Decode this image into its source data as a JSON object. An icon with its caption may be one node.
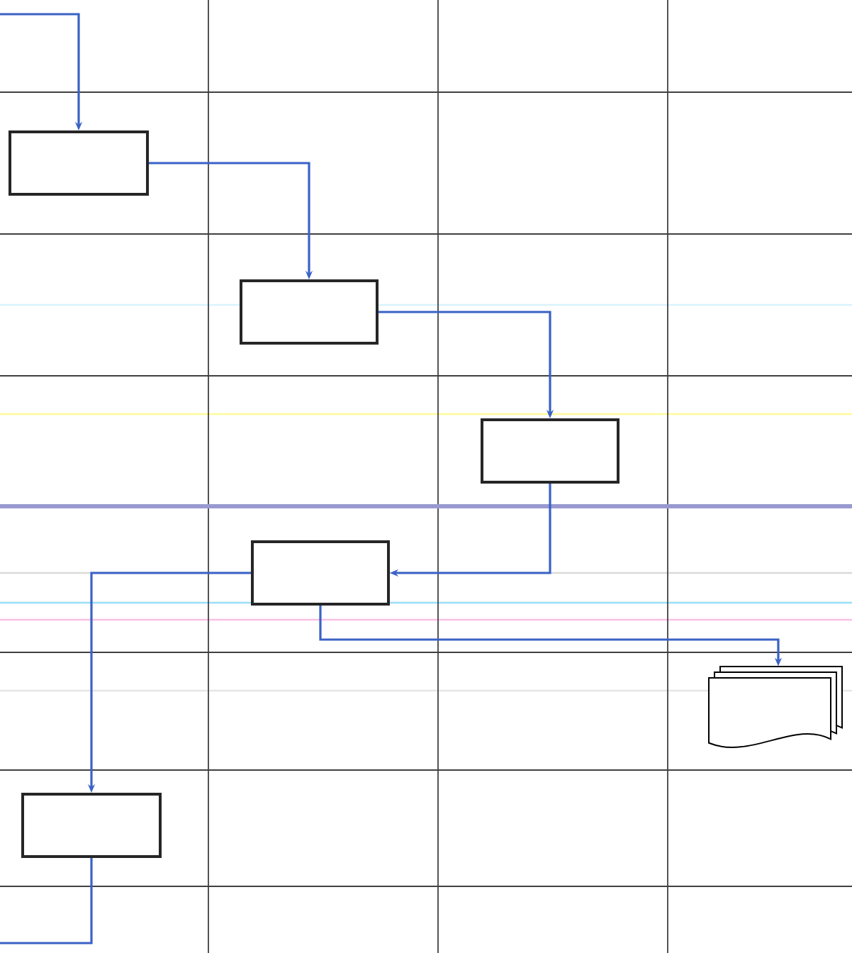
{
  "diagram": {
    "nodes": [
      {
        "text": [],
        "shape": "box"
      },
      {
        "text": [],
        "shape": "box"
      },
      {
        "text": [],
        "shape": "box"
      },
      {
        "text": [],
        "shape": "box"
      },
      {
        "text": [],
        "shape": "document"
      },
      {
        "text": [],
        "shape": "box"
      }
    ],
    "edges": [
      {
        "from": null,
        "to": 0,
        "arrow": "to"
      },
      {
        "from": 0,
        "to": 1,
        "arrow": "to"
      },
      {
        "from": 1,
        "to": 2,
        "arrow": "to"
      },
      {
        "from": 2,
        "to": 3,
        "arrow": "to"
      },
      {
        "from": 3,
        "to": 4,
        "arrow": "to"
      },
      {
        "from": 3,
        "to": 5,
        "arrow": "to"
      },
      {
        "from": 5,
        "to": null,
        "arrow": "none"
      }
    ]
  }
}
